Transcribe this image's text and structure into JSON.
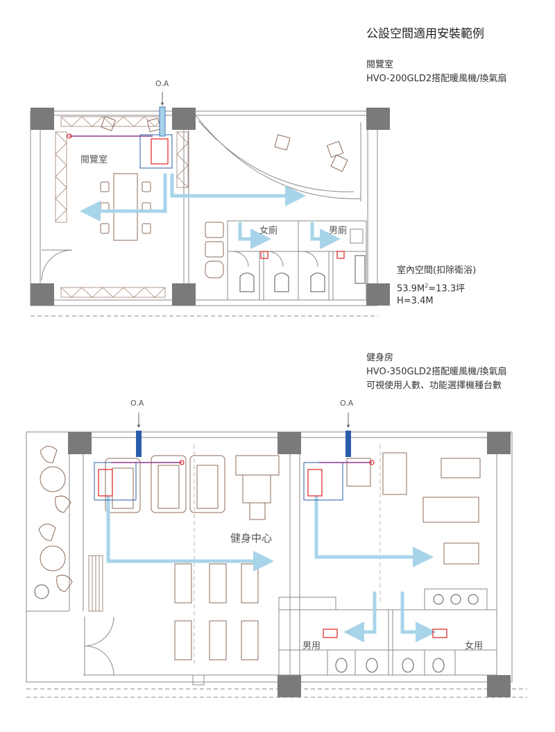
{
  "page": {
    "title": "公設空間適用安裝範例"
  },
  "section1": {
    "heading": "閱覽室",
    "model": "HVO-200GLD2搭配暖風機/換氣扇",
    "room_label": "閱覽室",
    "womens_restroom": "女廁",
    "mens_restroom": "男廁",
    "oa_label": "O.A",
    "spec_title": "室內空間(扣除衛浴)",
    "spec_area_a": "53.9M",
    "spec_area_sup": "2",
    "spec_area_b": "=13.3坪",
    "spec_height": "H=3.4M"
  },
  "section2": {
    "heading": "健身房",
    "model": "HVO-350GLD2搭配暖風機/換氣扇",
    "note": "可視使用人數、功能選擇機種台數",
    "oa_label_1": "O.A",
    "oa_label_2": "O.A",
    "room_label": "健身中心",
    "mens_restroom": "男用",
    "womens_restroom": "女用"
  },
  "colors": {
    "wall": "#888888",
    "furniture": "#8b6b5a",
    "airflow": "#a8d4ea",
    "duct_blue": "#2a5caa",
    "unit_red": "#e02020",
    "duct_purple": "#8a3a8a"
  }
}
